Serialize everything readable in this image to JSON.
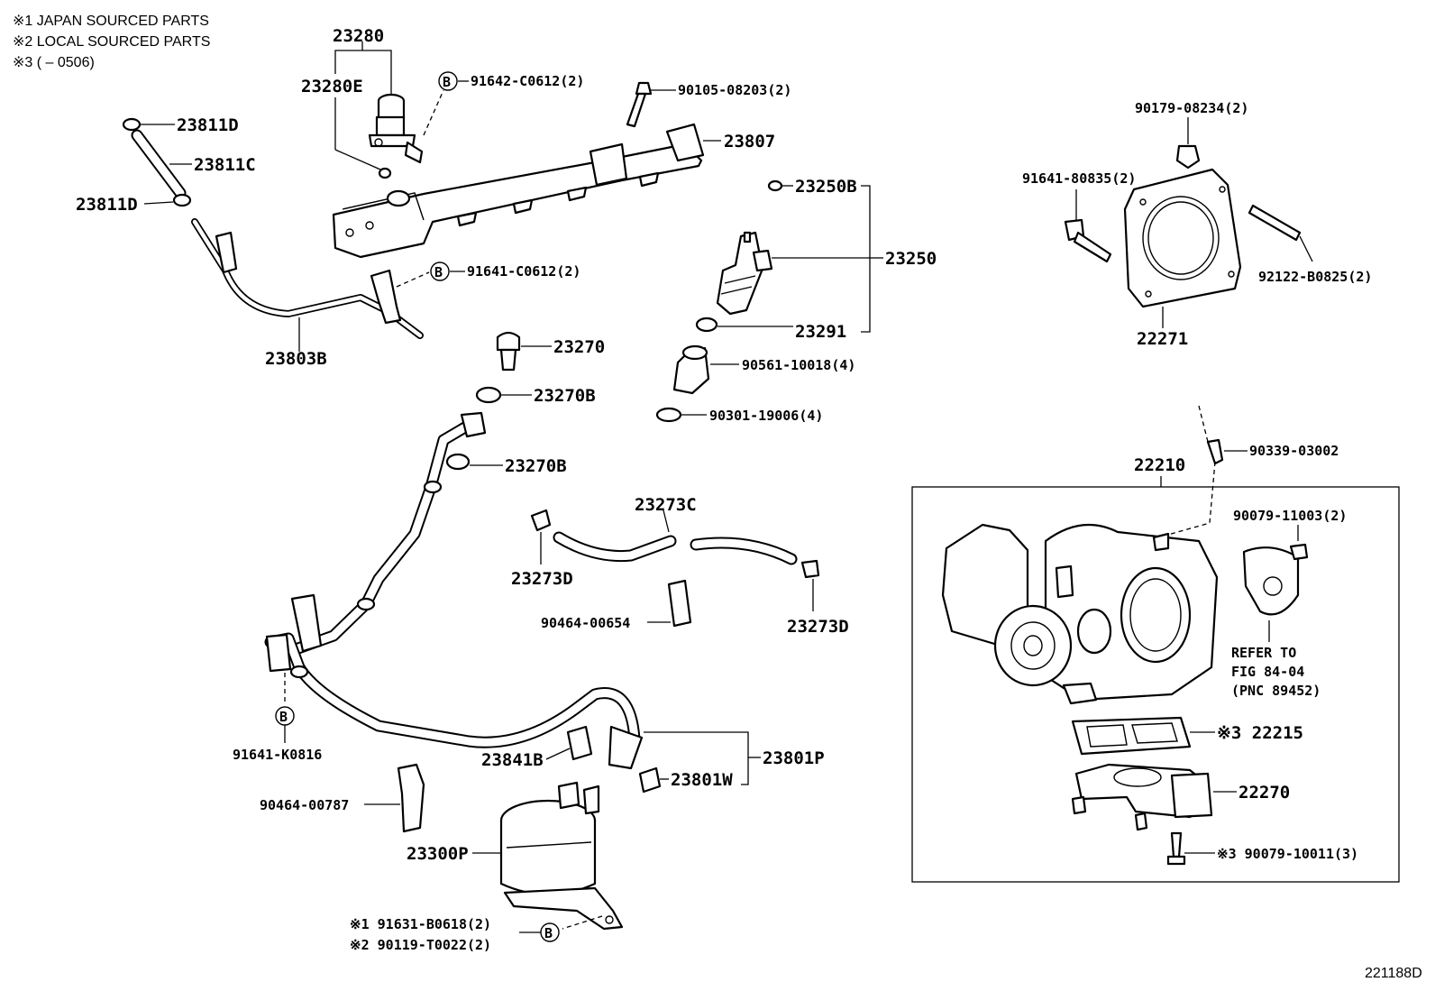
{
  "notes": [
    "※1 JAPAN SOURCED PARTS",
    "※2 LOCAL SOURCED PARTS",
    "※3 (          – 0506)"
  ],
  "diagram_code": "221188D",
  "callout_letter": "B",
  "refer_note": [
    "REFER TO",
    "FIG 84-04",
    "(PNC 89452)"
  ],
  "labels": {
    "p23280": "23280",
    "p23280E": "23280E",
    "p91642": "91642-C0612(2)",
    "p90105": "90105-08203(2)",
    "p23811D_top": "23811D",
    "p23811C": "23811C",
    "p23811D_bot": "23811D",
    "p23807": "23807",
    "p23250B": "23250B",
    "p23250": "23250",
    "p91641C": "91641-C0612(2)",
    "p23803B": "23803B",
    "p23291": "23291",
    "p23270": "23270",
    "p90561": "90561-10018(4)",
    "p23270B_a": "23270B",
    "p90301": "90301-19006(4)",
    "p23270B_b": "23270B",
    "p90179": "90179-08234(2)",
    "p91641_80835": "91641-80835(2)",
    "p92122": "92122-B0825(2)",
    "p22271": "22271",
    "p90339": "90339-03002",
    "p22210": "22210",
    "p90079_11003": "90079-11003(2)",
    "p23273C": "23273C",
    "p23273D_l": "23273D",
    "p23273D_r": "23273D",
    "p90464_00654": "90464-00654",
    "p91641K": "91641-K0816",
    "p22215": "※3 22215",
    "p22270": "22270",
    "p90079_10011": "※3 90079-10011(3)",
    "p23841B": "23841B",
    "p23801P": "23801P",
    "p23801W": "23801W",
    "p90464_00787": "90464-00787",
    "p23300P": "23300P",
    "p91631": "※1 91631-B0618(2)",
    "p90119": "※2 90119-T0022(2)"
  }
}
